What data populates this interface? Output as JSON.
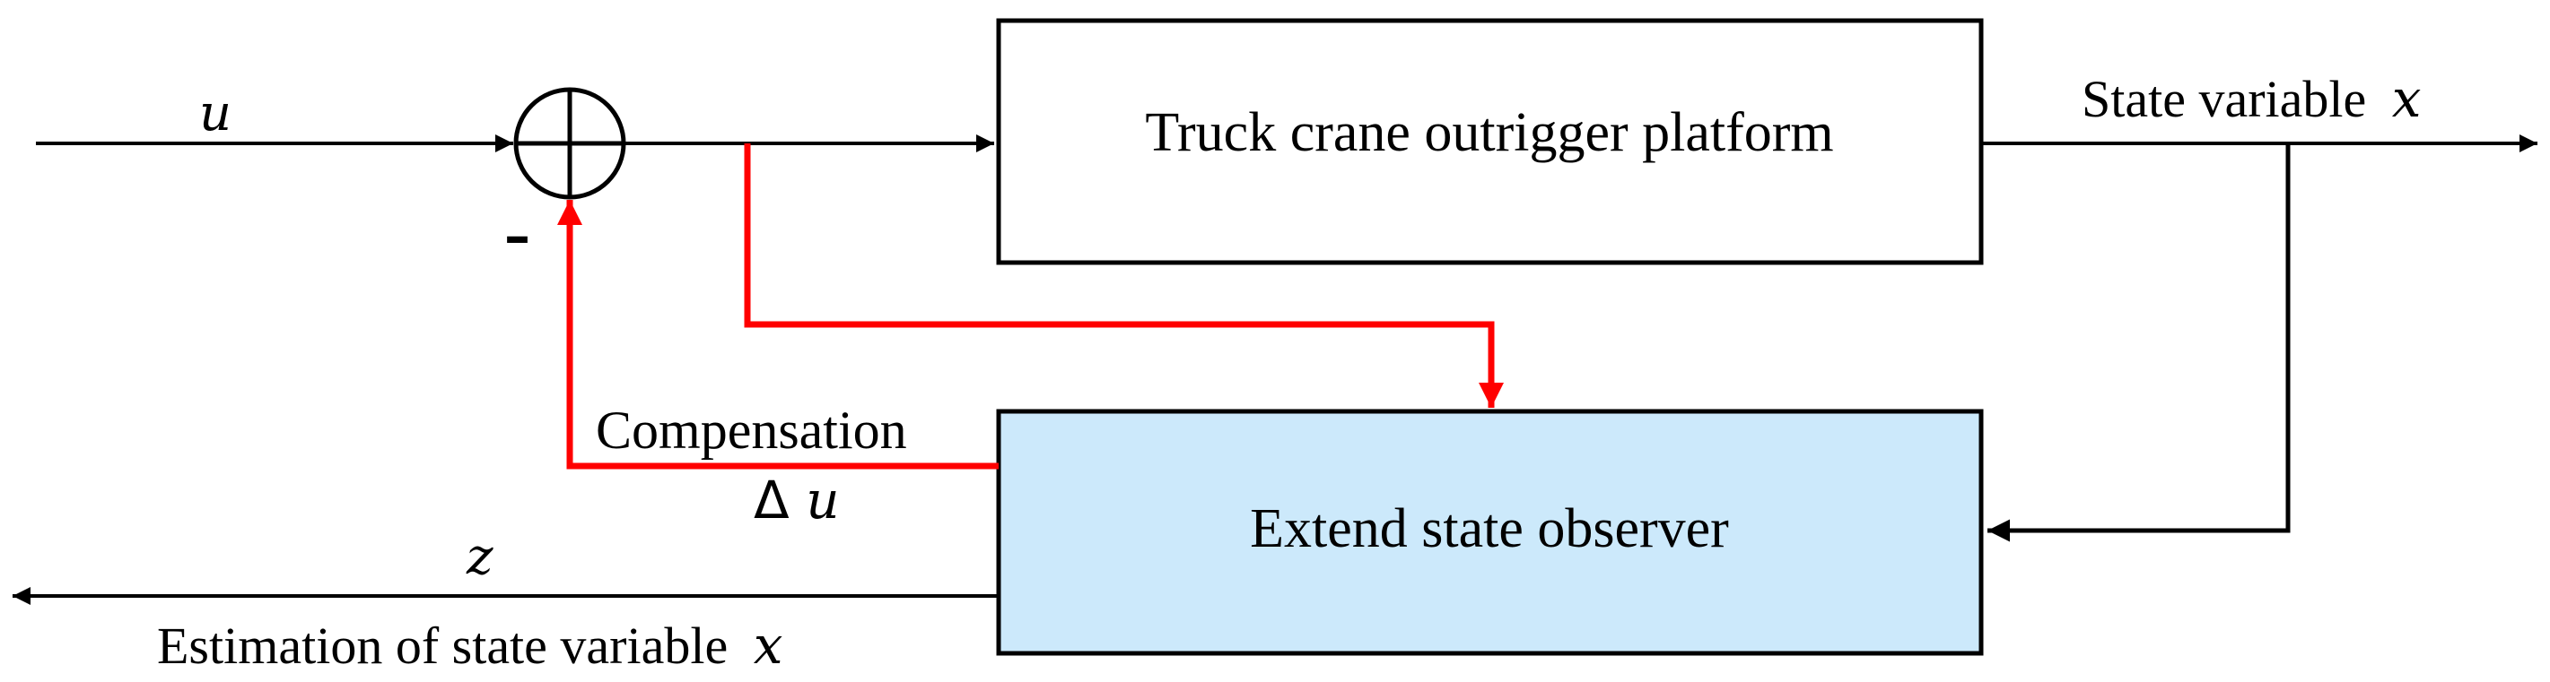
{
  "blocks": {
    "plant": {
      "label": "Truck crane outrigger platform",
      "fill": "#ffffff"
    },
    "observer": {
      "label": "Extend state observer",
      "fill": "#cce9fb"
    }
  },
  "signals": {
    "input": "u",
    "output_label": "State variable",
    "output_symbol": "x",
    "estimate_symbol": "z",
    "estimate_label": "Estimation of state variable",
    "estimate_label_symbol": "x",
    "compensation_label": "Compensation",
    "compensation_prefix": "Δ",
    "compensation_symbol": "u",
    "minus_sign": "–"
  },
  "colors": {
    "line": "#000000",
    "feedback": "#ff0000",
    "observer_fill": "#cce9fb"
  }
}
